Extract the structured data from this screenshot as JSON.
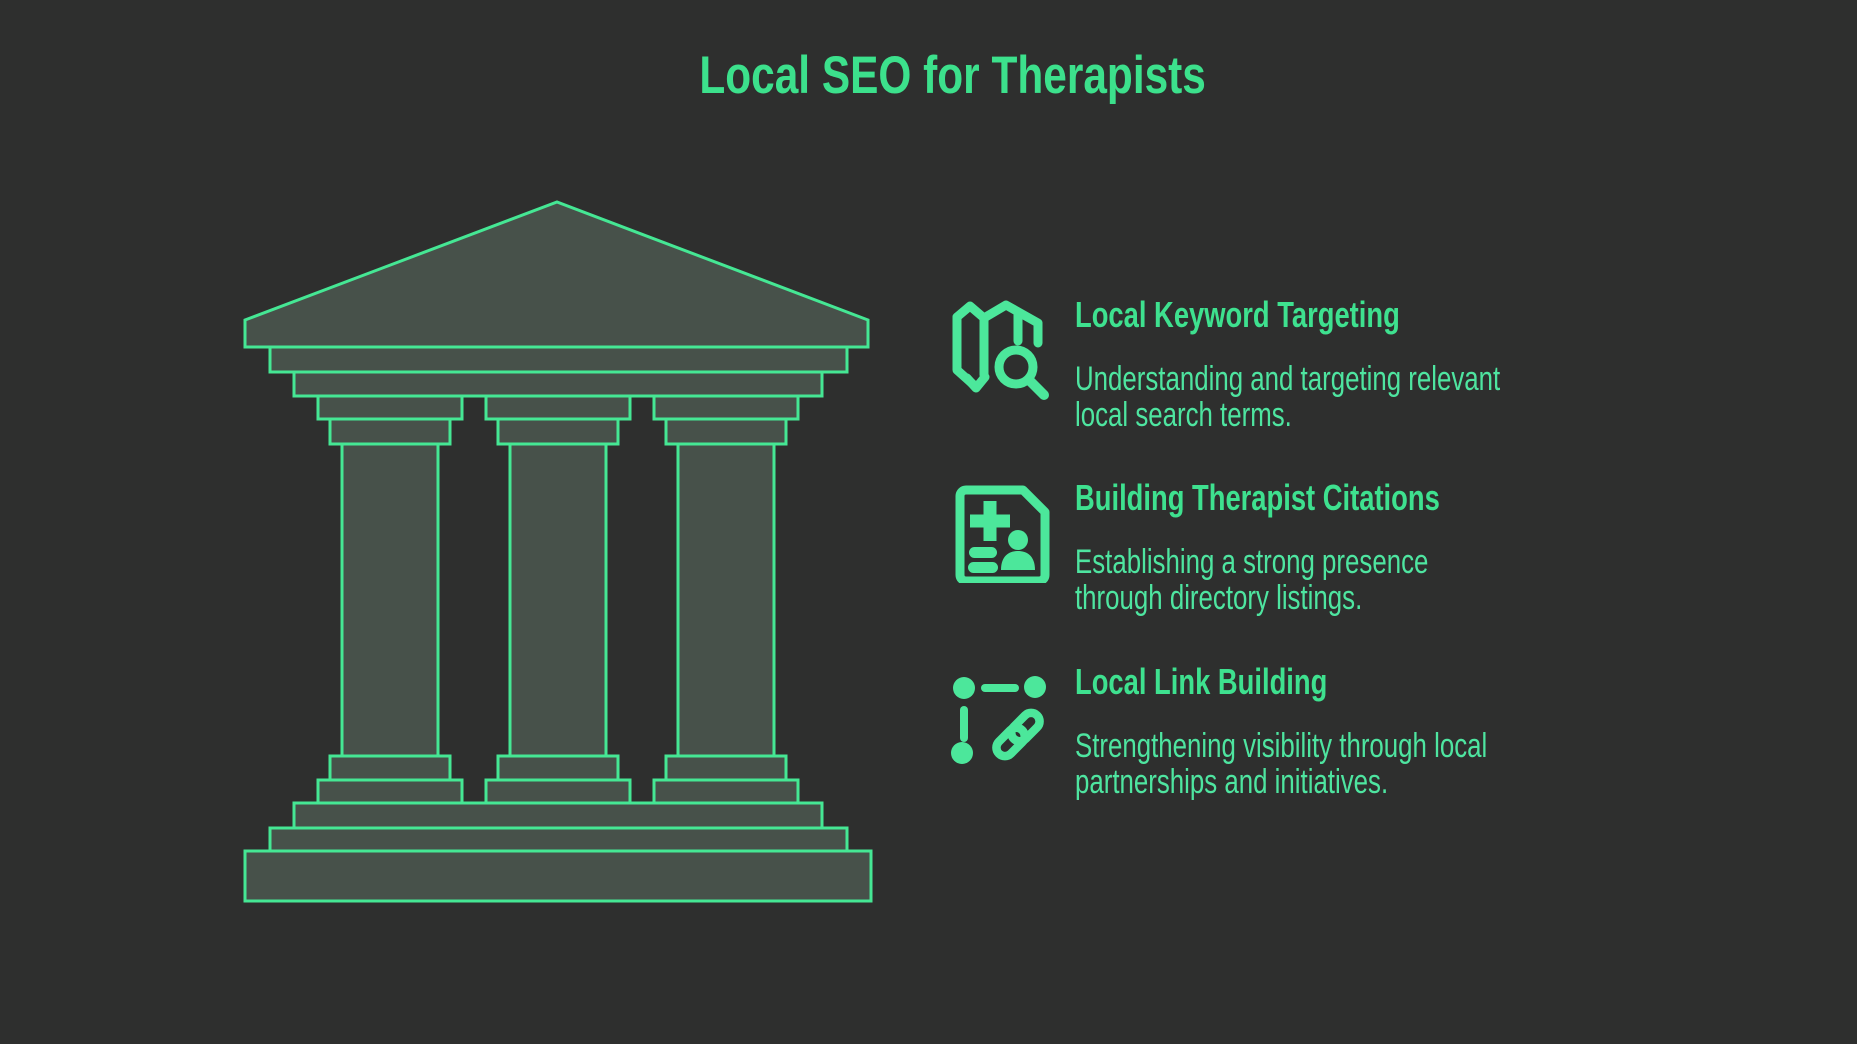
{
  "title": "Local SEO for Therapists",
  "colors": {
    "bg": "#2e2f2e",
    "title": "#3ce18c",
    "heading": "#3ee18f",
    "body": "#4ee5a0",
    "icon": "#4ce79b",
    "temple-stroke": "#45e794",
    "temple-fill": "#47514a"
  },
  "illustration": {
    "name": "greek-temple-columns"
  },
  "items": [
    {
      "icon": "map-search-icon",
      "heading": "Local Keyword Targeting",
      "body": "Understanding and targeting relevant\nlocal search terms."
    },
    {
      "icon": "citation-document-icon",
      "heading": "Building Therapist Citations",
      "body": "Establishing a strong presence\nthrough directory listings."
    },
    {
      "icon": "link-building-icon",
      "heading": "Local Link Building",
      "body": "Strengthening visibility through local\npartnerships and initiatives."
    }
  ]
}
